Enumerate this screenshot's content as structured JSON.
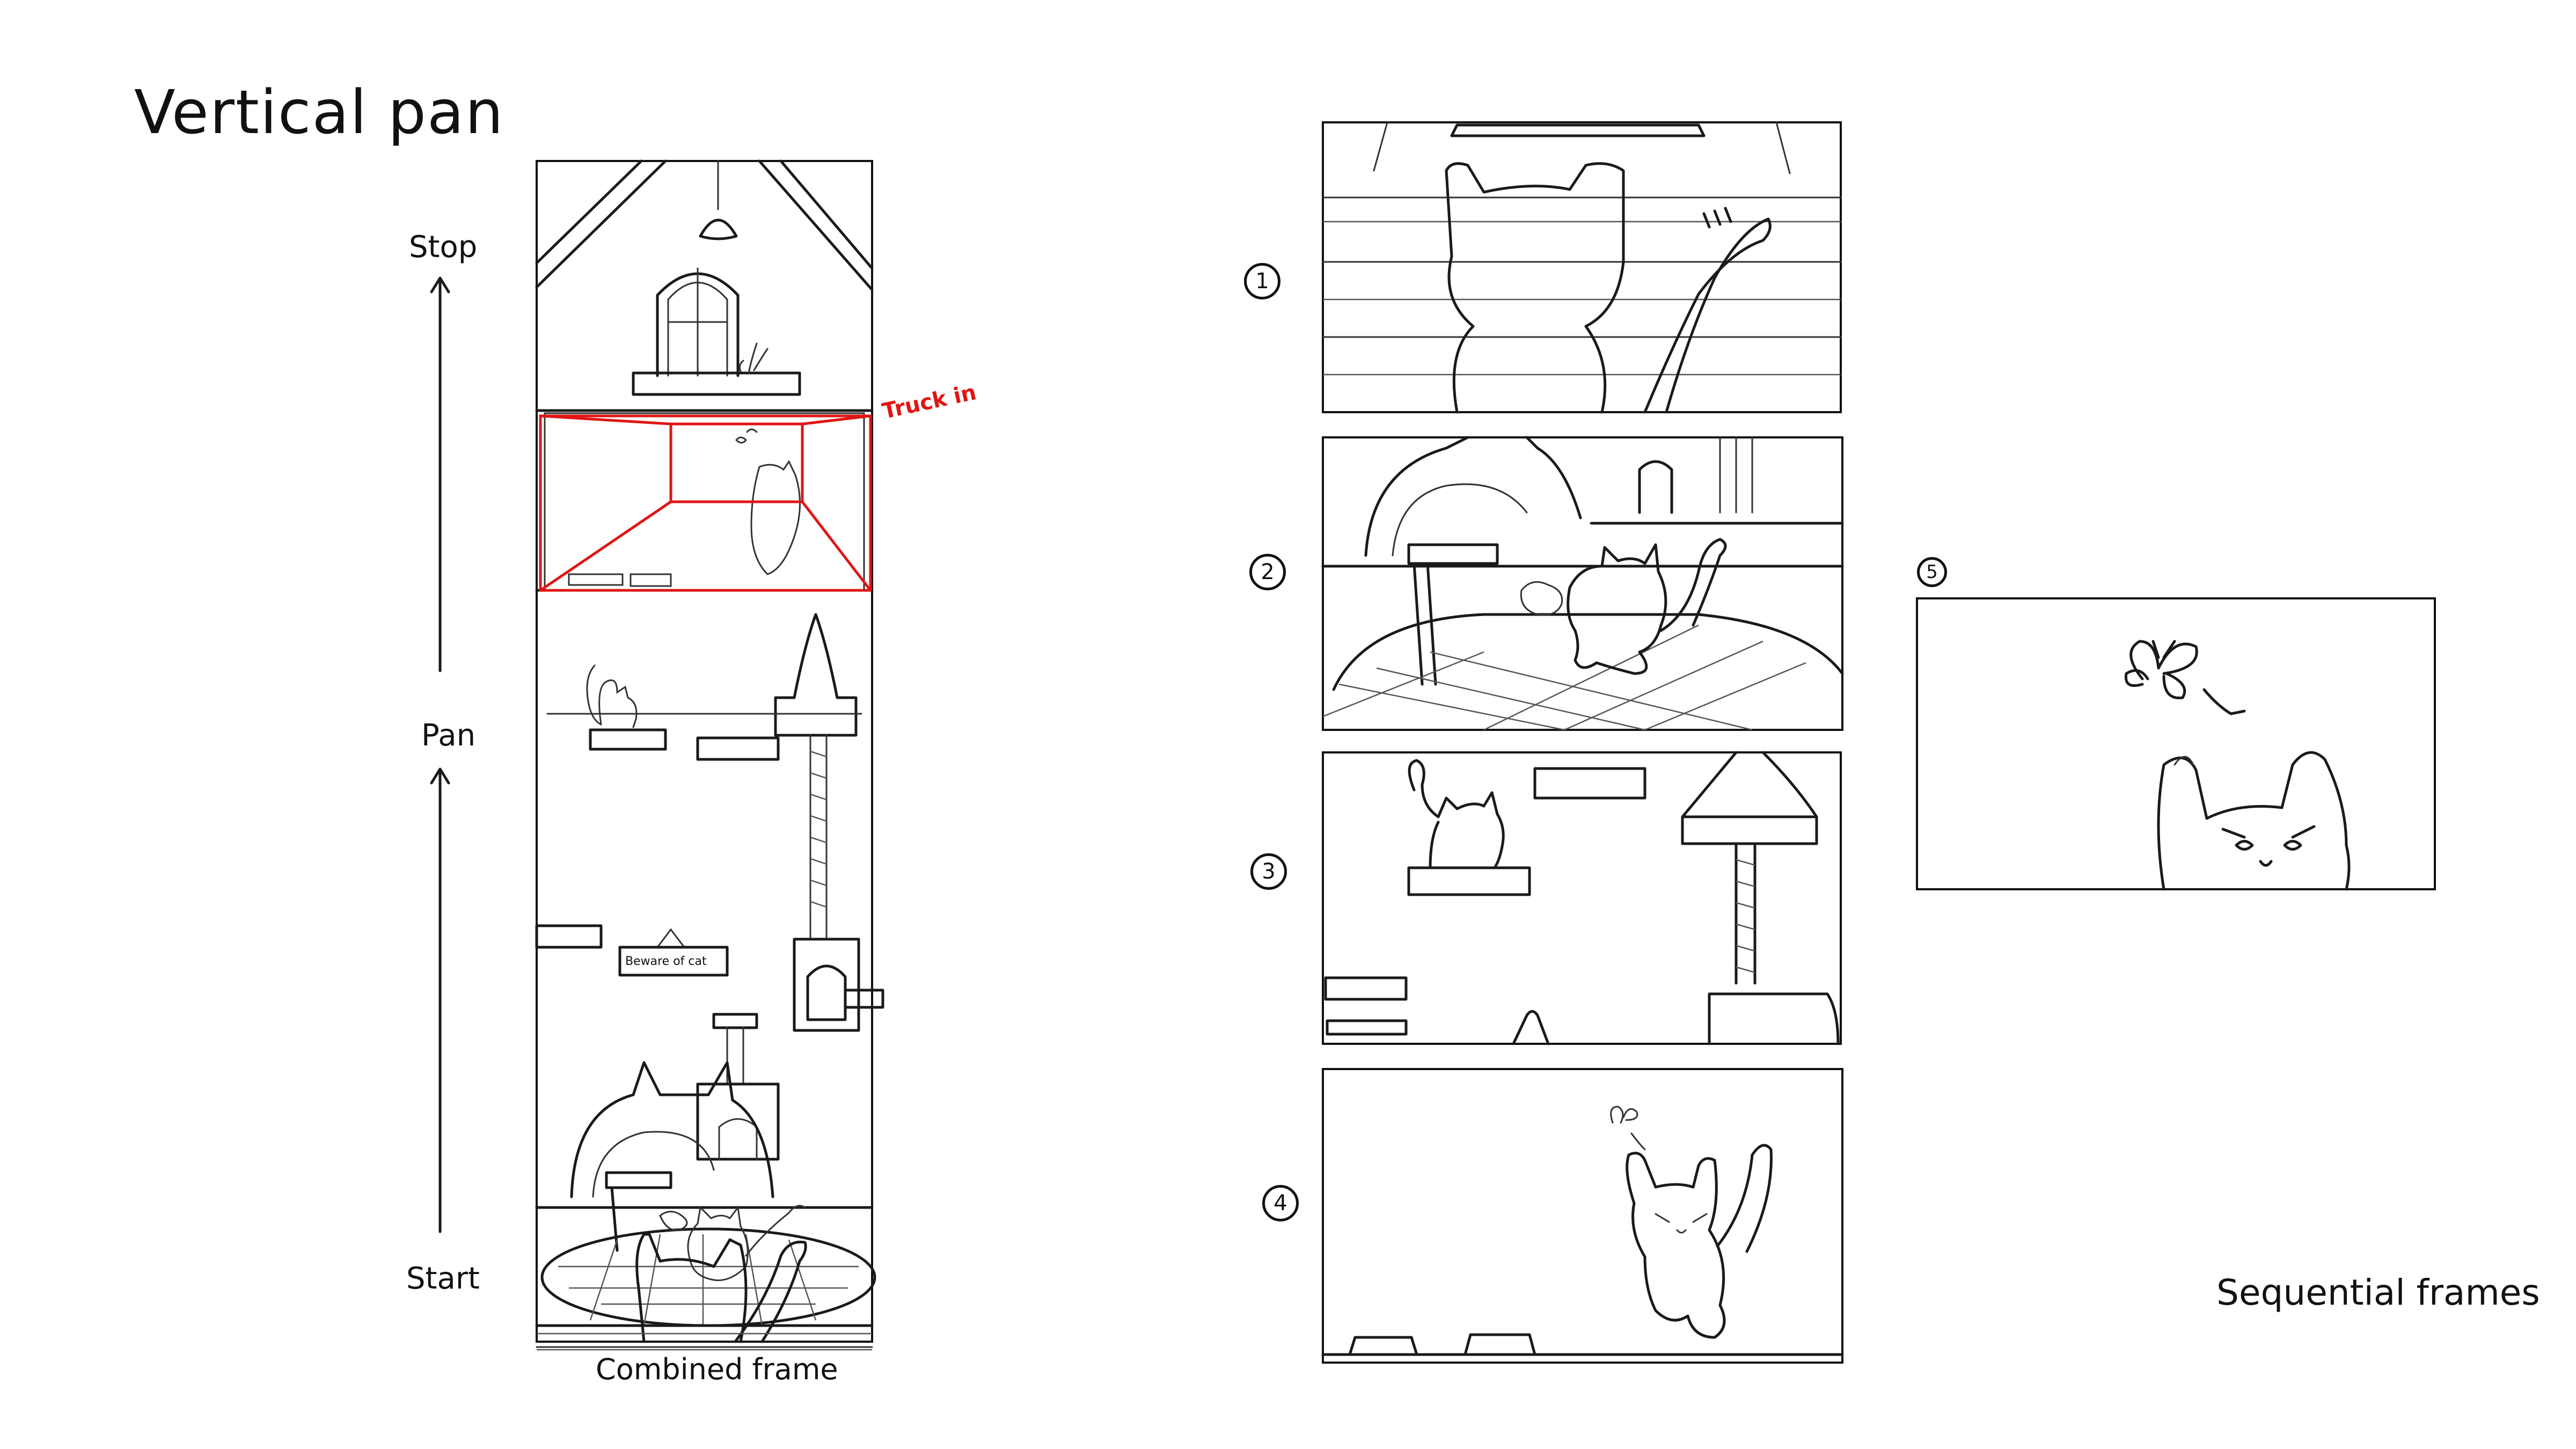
{
  "title": "Vertical pan",
  "pan_axis": {
    "stop_label": "Stop",
    "pan_label": "Pan",
    "start_label": "Start"
  },
  "combined_frame": {
    "caption": "Combined frame",
    "annotation": "Truck in",
    "sign_text": "Beware of cat"
  },
  "sequential": {
    "caption": "Sequential frames",
    "frame_numbers": [
      "1",
      "2",
      "3",
      "4",
      "5"
    ]
  },
  "colors": {
    "ink": "#111111",
    "annotation_red": "#e01515",
    "background": "#ffffff"
  }
}
